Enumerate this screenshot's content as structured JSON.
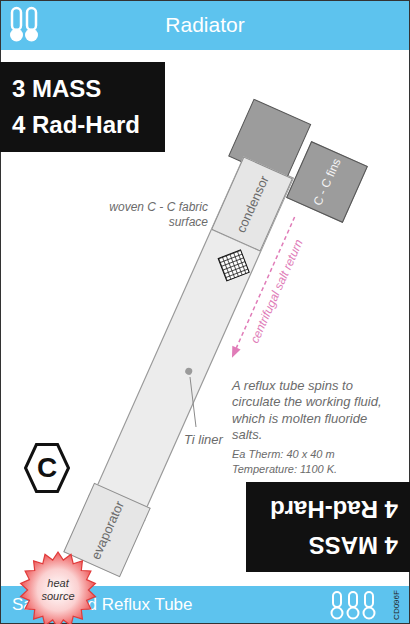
{
  "diagram": {
    "title": "Radiator",
    "caption": "Salt-cooled Reflux Tube",
    "nodes": [
      {
        "text": [
          "3 MASS",
          "4 Rad-Hard"
        ]
      },
      {
        "text": [
          "C - C fins"
        ]
      },
      {
        "text": [
          "condensor"
        ]
      },
      {
        "text": [
          "C"
        ]
      },
      {
        "text": [
          "evaporator"
        ]
      },
      {
        "text": [
          "heat source"
        ]
      },
      {
        "text": [
          "4 MASS",
          "4 Rad-Hard"
        ]
      }
    ],
    "labels": [
      "woven C - C fabric surface",
      "centrifugal salt return",
      "A reflux tube spins to circulate the working fluid, which is molten fluoride salts.",
      "Ea Therm: 40 x 40 m",
      "Temperature: 1100 K.",
      "Ti liner",
      "CD096F"
    ]
  }
}
